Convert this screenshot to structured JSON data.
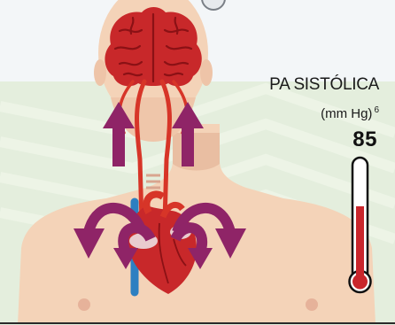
{
  "pressure_panel": {
    "title": "PA SISTÓLICA",
    "unit": "(mm Hg)",
    "footnote": "6",
    "value": "85",
    "thermometer_fill_fraction": 0.65,
    "fill_color": "#c9262c"
  },
  "colors": {
    "background_top": "#f3f6f8",
    "background_band": "#e3eddc",
    "skin": "#f4d3b8",
    "skin_shadow": "#e7b99c",
    "brain": "#c8282a",
    "arteries": "#d73528",
    "arrows": "#8f2467",
    "vein": "#2d7fc1"
  },
  "icons": {
    "brain": "brain-icon",
    "heart": "heart-icon",
    "arrows": "flow-arrow-icon",
    "thermometer": "thermometer-icon"
  }
}
